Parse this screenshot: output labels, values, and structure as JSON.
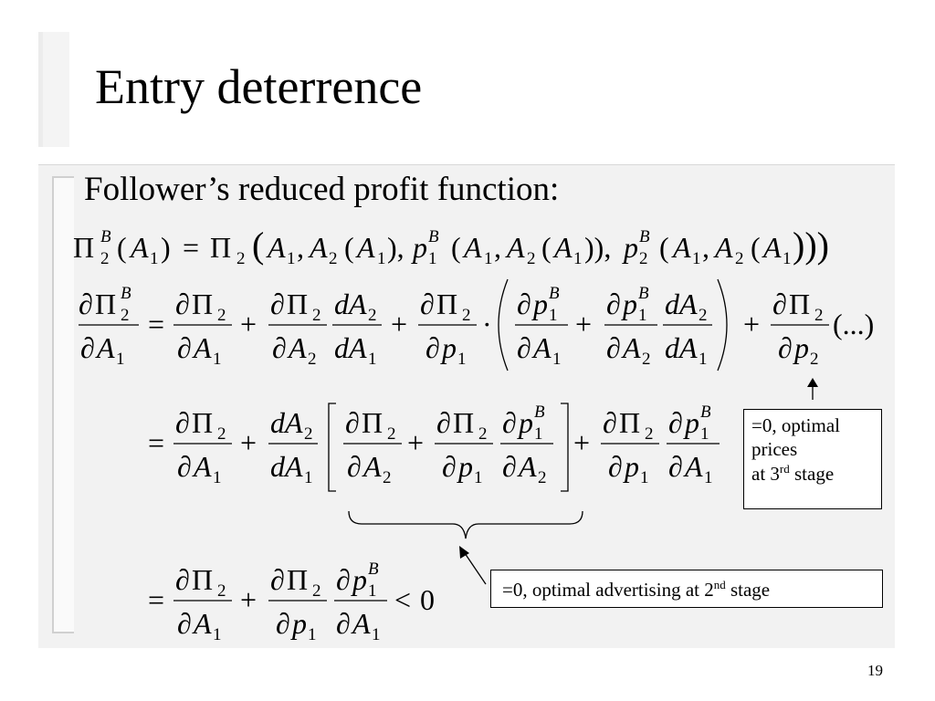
{
  "slide": {
    "title": "Entry deterrence",
    "heading": "Follower’s reduced profit function:",
    "page_number": "19"
  },
  "annotations": {
    "prices": {
      "line1": "=0, optimal",
      "line2": "prices",
      "line3_pre": "at 3",
      "line3_sup": "rd",
      "line3_post": " stage"
    },
    "advertising": {
      "pre": "=0, optimal advertising at 2",
      "sup": "nd",
      "post": " stage"
    }
  },
  "math": {
    "Pi": "Π",
    "d": "∂",
    "A": "A",
    "p": "p",
    "B": "B",
    "one": "1",
    "two": "2",
    "eq": "=",
    "plus": "+",
    "dot": "·",
    "comma": ",",
    "lt": "<",
    "zero": "0",
    "dA": "dA",
    "lp": "(",
    "rp": ")",
    "rpc": "),",
    "rrpc": ")),",
    "rrr": ")))",
    "ellipsis": "(...)"
  },
  "colors": {
    "panel": "#f2f2f2",
    "accent_bar": "#ececec",
    "text": "#000000"
  }
}
